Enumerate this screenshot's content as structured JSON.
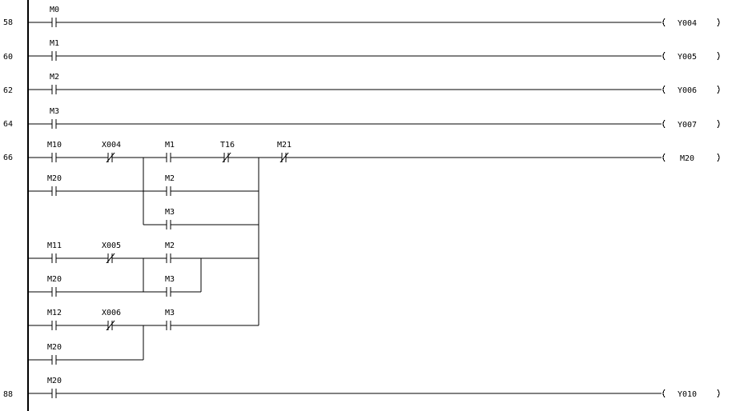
{
  "rungs": [
    {
      "step": "58",
      "contacts": [
        {
          "name": "M0",
          "nc": false
        }
      ],
      "coil": "Y004"
    },
    {
      "step": "60",
      "contacts": [
        {
          "name": "M1",
          "nc": false
        }
      ],
      "coil": "Y005"
    },
    {
      "step": "62",
      "contacts": [
        {
          "name": "M2",
          "nc": false
        }
      ],
      "coil": "Y006"
    },
    {
      "step": "64",
      "contacts": [
        {
          "name": "M3",
          "nc": false
        }
      ],
      "coil": "Y007"
    },
    {
      "step": "66",
      "contacts": [
        {
          "name": "M10",
          "nc": false
        },
        {
          "name": "X004",
          "nc": true
        },
        {
          "name": "M1",
          "nc": false
        },
        {
          "name": "T16",
          "nc": true
        },
        {
          "name": "M21",
          "nc": true
        },
        {
          "name": "M20",
          "nc": false
        },
        {
          "name": "M2",
          "nc": false
        },
        {
          "name": "M3",
          "nc": false
        },
        {
          "name": "M11",
          "nc": false
        },
        {
          "name": "X005",
          "nc": true
        },
        {
          "name": "M2",
          "nc": false
        },
        {
          "name": "M20",
          "nc": false
        },
        {
          "name": "M3",
          "nc": false
        },
        {
          "name": "M12",
          "nc": false
        },
        {
          "name": "X006",
          "nc": true
        },
        {
          "name": "M3",
          "nc": false
        },
        {
          "name": "M20",
          "nc": false
        }
      ],
      "coil": "M20"
    },
    {
      "step": "88",
      "contacts": [
        {
          "name": "M20",
          "nc": false
        }
      ],
      "coil": "Y010"
    }
  ]
}
